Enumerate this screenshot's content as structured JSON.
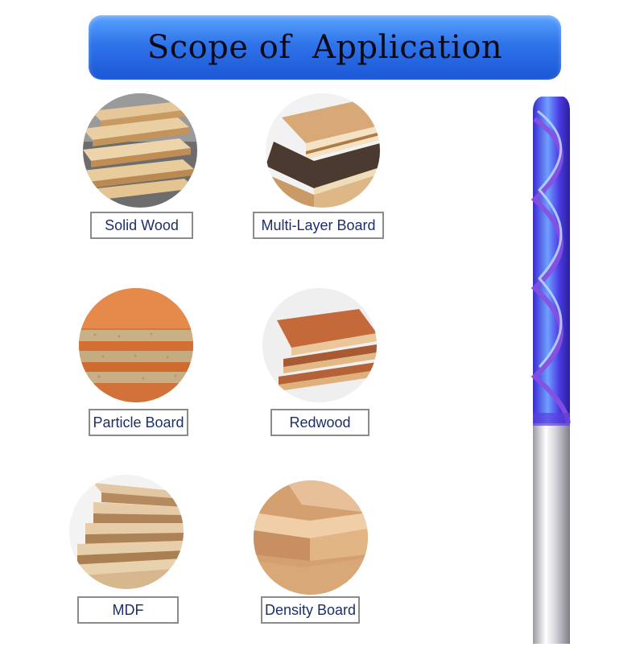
{
  "title": "Scope of  Application",
  "materials": [
    {
      "label": "Solid Wood",
      "icon": "solid-wood-image"
    },
    {
      "label": "Multi-Layer Board",
      "icon": "multi-layer-board-image"
    },
    {
      "label": "Particle Board",
      "icon": "particle-board-image"
    },
    {
      "label": "Redwood",
      "icon": "redwood-image"
    },
    {
      "label": "MDF",
      "icon": "mdf-image"
    },
    {
      "label": "Density Board",
      "icon": "density-board-image"
    }
  ],
  "colors": {
    "banner": "#2f73ea",
    "label_text": "#1c2f6a",
    "label_border": "#8b8b8b",
    "bit_coating": "#5a3fe0"
  }
}
